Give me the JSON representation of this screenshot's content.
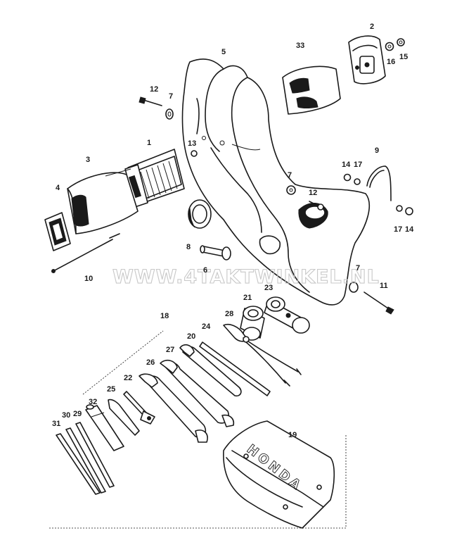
{
  "watermark": "WWW.4TAKTWINKEL.NL",
  "stamp_text": "HONDA",
  "parts": [
    {
      "id": "p1",
      "label": "1"
    },
    {
      "id": "p2",
      "label": "2"
    },
    {
      "id": "p3",
      "label": "3"
    },
    {
      "id": "p4",
      "label": "4"
    },
    {
      "id": "p5",
      "label": "5"
    },
    {
      "id": "p6",
      "label": "6"
    },
    {
      "id": "p7a",
      "label": "7"
    },
    {
      "id": "p7b",
      "label": "7"
    },
    {
      "id": "p7c",
      "label": "7"
    },
    {
      "id": "p8",
      "label": "8"
    },
    {
      "id": "p9",
      "label": "9"
    },
    {
      "id": "p10",
      "label": "10"
    },
    {
      "id": "p11",
      "label": "11"
    },
    {
      "id": "p12a",
      "label": "12"
    },
    {
      "id": "p12b",
      "label": "12"
    },
    {
      "id": "p13",
      "label": "13"
    },
    {
      "id": "p14a",
      "label": "14"
    },
    {
      "id": "p14b",
      "label": "14"
    },
    {
      "id": "p15",
      "label": "15"
    },
    {
      "id": "p16",
      "label": "16"
    },
    {
      "id": "p17a",
      "label": "17"
    },
    {
      "id": "p17b",
      "label": "17"
    },
    {
      "id": "p18",
      "label": "18"
    },
    {
      "id": "p19",
      "label": "19"
    },
    {
      "id": "p20",
      "label": "20"
    },
    {
      "id": "p21",
      "label": "21"
    },
    {
      "id": "p22",
      "label": "22"
    },
    {
      "id": "p23",
      "label": "23"
    },
    {
      "id": "p24",
      "label": "24"
    },
    {
      "id": "p25",
      "label": "25"
    },
    {
      "id": "p26",
      "label": "26"
    },
    {
      "id": "p27",
      "label": "27"
    },
    {
      "id": "p28",
      "label": "28"
    },
    {
      "id": "p29",
      "label": "29"
    },
    {
      "id": "p30",
      "label": "30"
    },
    {
      "id": "p31",
      "label": "31"
    },
    {
      "id": "p32",
      "label": "32"
    },
    {
      "id": "p33",
      "label": "33"
    }
  ]
}
